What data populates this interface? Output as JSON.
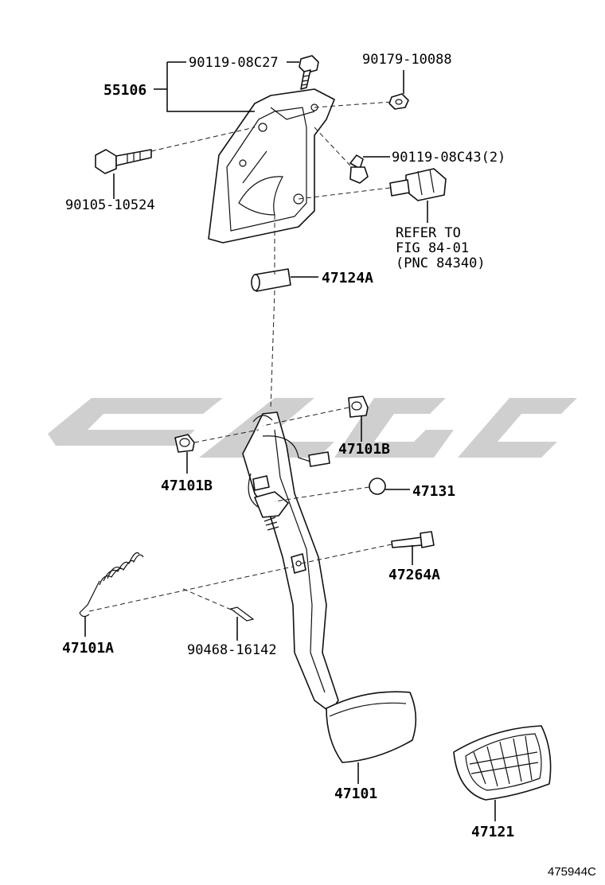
{
  "parts": {
    "bracket": "55106",
    "bolt_top": "90119-08C27",
    "nut_top": "90179-10088",
    "bolt_side": "90119-08C43(2)",
    "bolt_long": "90105-10524",
    "refer_line1": "REFER TO",
    "refer_line2": "FIG 84-01",
    "refer_line3": "(PNC 84340)",
    "collar": "47124A",
    "bushing_right": "47101B",
    "bushing_left": "47101B",
    "cushion": "47131",
    "pin": "47264A",
    "spring": "47101A",
    "clip": "90468-16142",
    "pedal": "47101",
    "pad": "47121"
  },
  "diagram_id": "475944C"
}
